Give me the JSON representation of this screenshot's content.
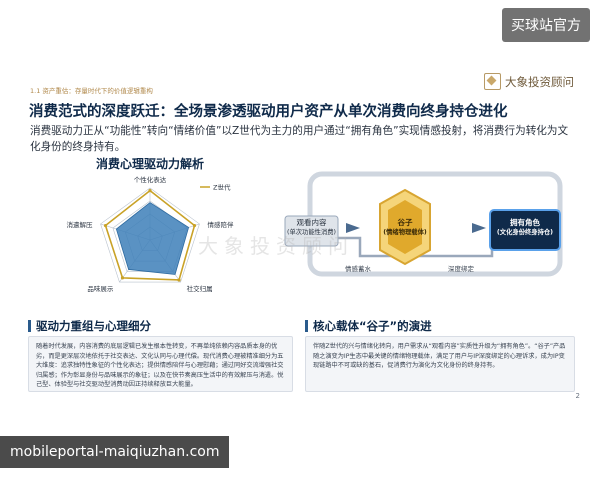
{
  "overlay": {
    "top_right": "买球站官方",
    "bottom_left": "mobileportal-maiqiuzhan.com"
  },
  "slide": {
    "section_tag": "1.1 资产重估：存量时代下的价值逻辑重构",
    "brand": "大象投资顾问",
    "title": "消费范式的深度跃迁：全场景渗透驱动用户资产从单次消费向终身持仓进化",
    "description": "消费驱动力正从“功能性”转向“情绪价值”以Z世代为主力的用户通过“拥有角色”实现情感投射，将消费行为转化为文化身份的终身持有。",
    "page_number": "2",
    "watermark": "大象投资顾问"
  },
  "chart_data": {
    "type": "radar",
    "title": "消费心理驱动力解析",
    "axes": [
      "个性化表达",
      "情感陪伴",
      "社交归属",
      "品味展示",
      "消遣解压"
    ],
    "legend": [
      "Z世代"
    ],
    "series": [
      {
        "name": "Z世代",
        "values": [
          0.95,
          0.9,
          0.95,
          0.9,
          0.9
        ]
      },
      {
        "name": "",
        "values": [
          0.72,
          0.78,
          0.82,
          0.7,
          0.68
        ]
      }
    ],
    "colors": {
      "zgen": "#c9a227",
      "fill": "#3d7fb8"
    }
  },
  "flow": {
    "node_left": {
      "line1": "观看内容",
      "line2": "(单次功能性消费)"
    },
    "node_center": {
      "line1": "谷子",
      "line2": "(情绪物理载体)"
    },
    "node_right": {
      "line1": "拥有角色",
      "line2": "(文化身份终身持仓)"
    },
    "label_left": "情感蓄水",
    "label_right": "深度绑定"
  },
  "panels": {
    "left": {
      "heading": "驱动力重组与心理细分",
      "body": "随着时代发展，内容消费的底层逻辑已发生根本性转变，不再单纯依赖内容品质本身的优劣，而是更深层次地依托于社交表达、文化认同与心理代偿。现代消费心理被精准细分为五大维度：追求独特性象征的个性化表达；提供情感陪伴与心理慰藉；通过同好交流增强社交归属感；作为彰显身份与品味展示的象征；以及在快节奏高压生活中的有效解压与消遣。悦己型、体验型与社交驱动型消费动因正持续释放巨大能量。"
    },
    "right": {
      "heading": "核心载体“谷子”的演进",
      "body": "伴随Z世代的兴与情绪化转向，用户需求从“观看内容”实质性升级为“拥有角色”。“谷子”产品随之演变为IP生态中最关键的情绪物理载体，满足了用户与IP深度绑定的心理诉求，成为IP变现链路中不可或缺的基石，促消费行为演化为文化身份的终身持有。"
    }
  }
}
